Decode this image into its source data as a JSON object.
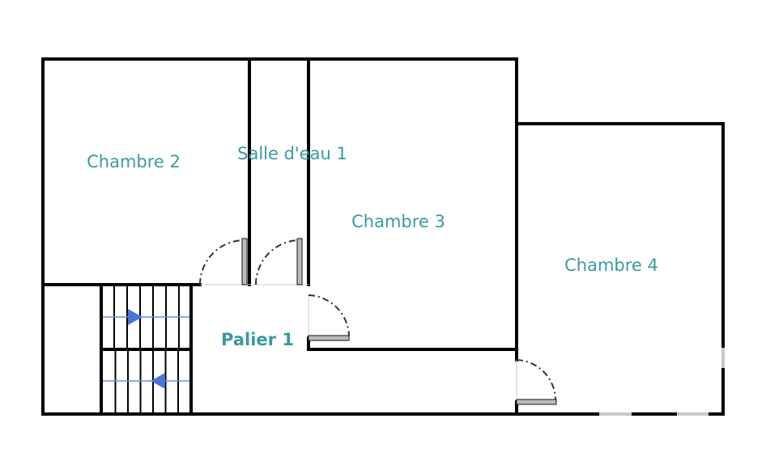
{
  "rooms": {
    "chambre_2": "Chambre 2",
    "salle_deau_1": "Salle d'eau 1",
    "chambre_3": "Chambre 3",
    "chambre_4": "Chambre 4",
    "palier_1": "Palier 1"
  },
  "colors": {
    "label": "#3a9a9e",
    "stair_arrow": "#4a74d8"
  }
}
